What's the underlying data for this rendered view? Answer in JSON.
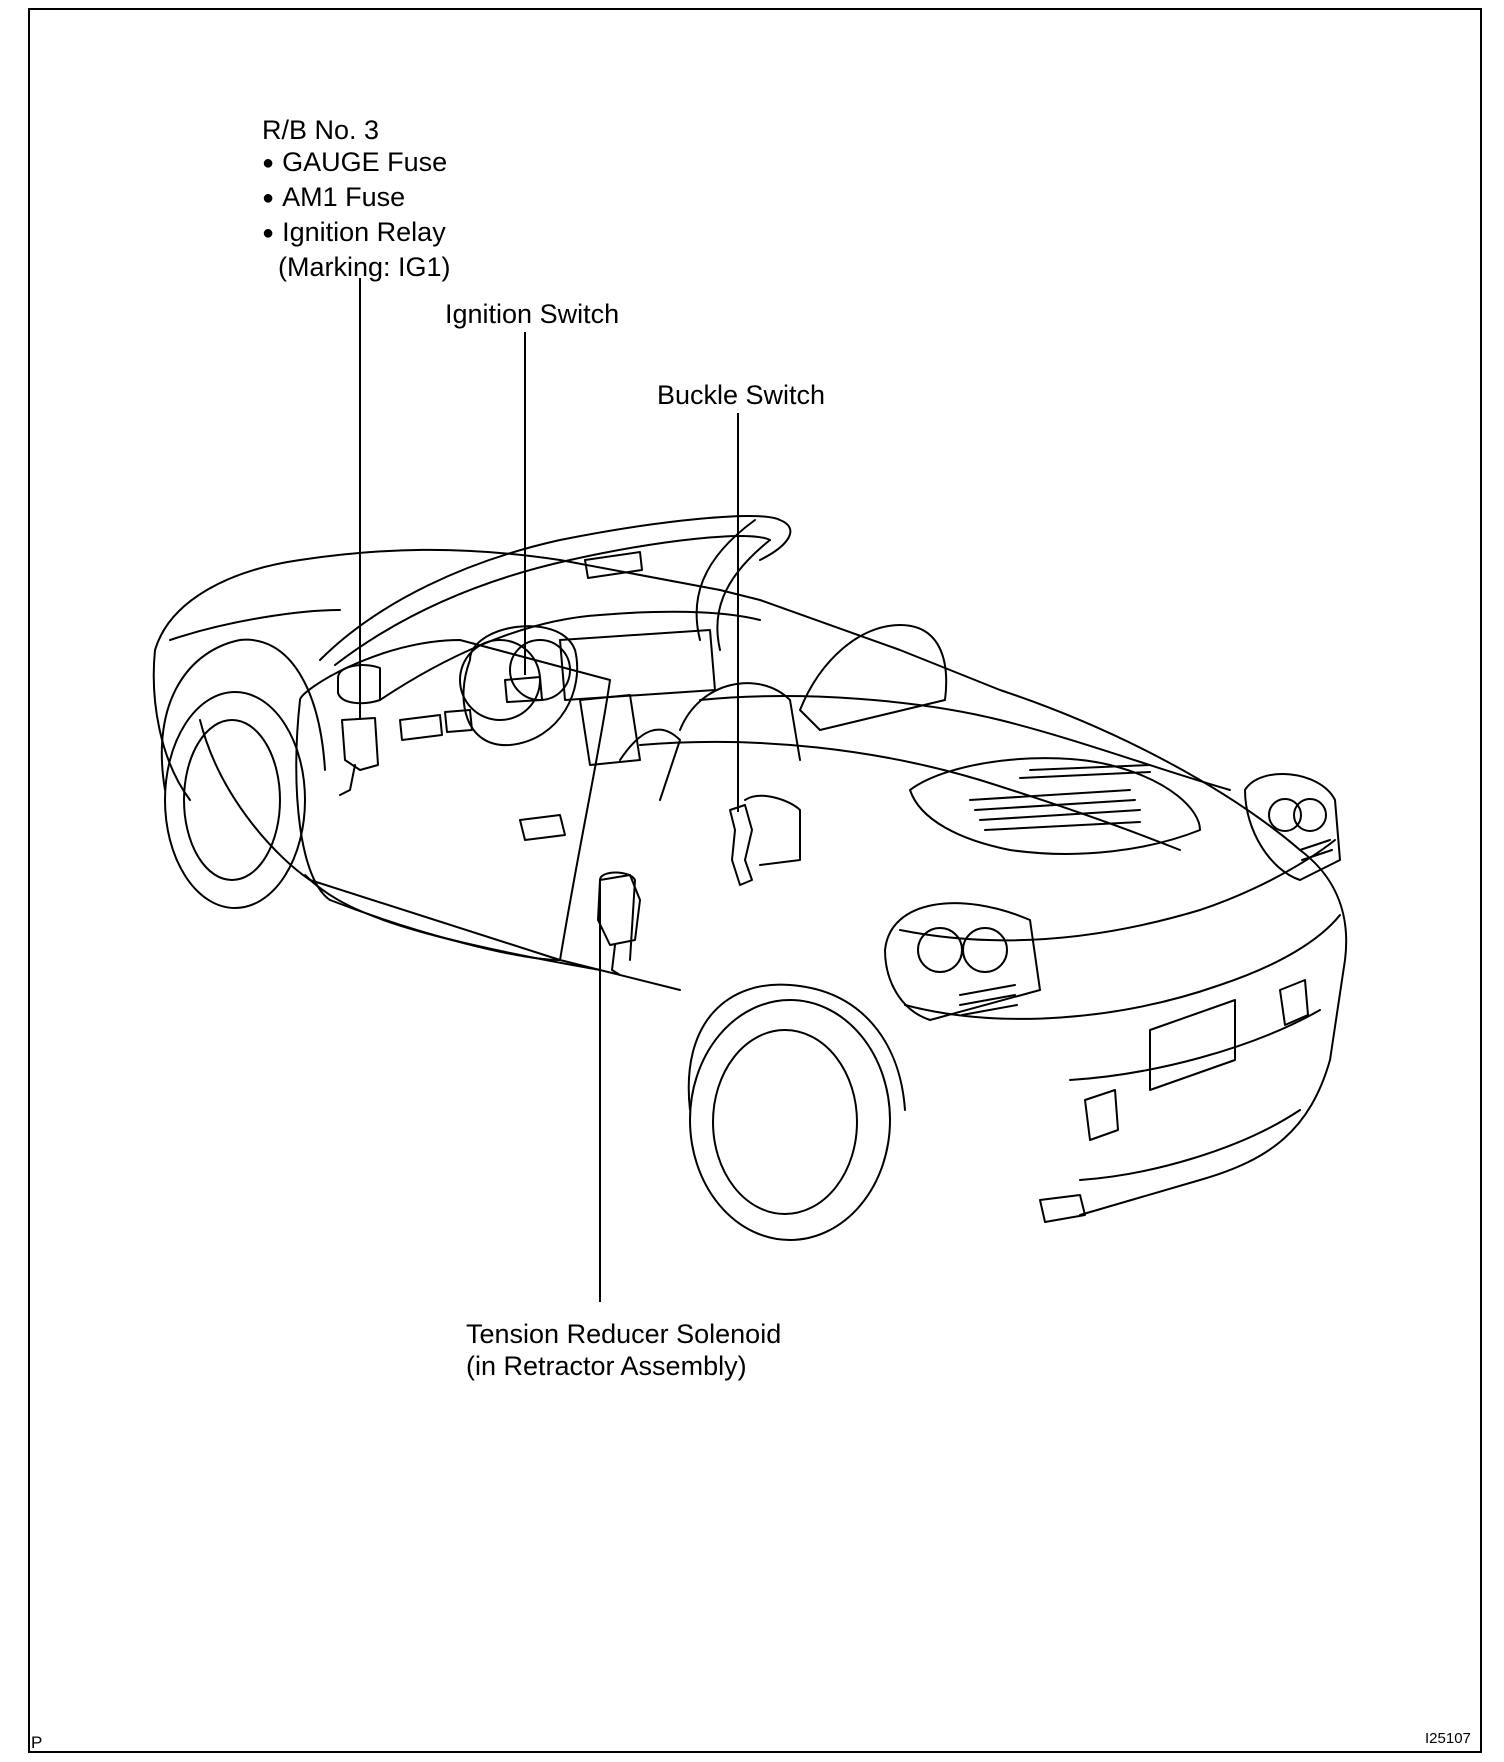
{
  "labels": {
    "rb_title": "R/B No. 3",
    "rb_items": [
      "GAUGE Fuse",
      "AM1 Fuse",
      "Ignition Relay"
    ],
    "rb_note": "(Marking: IG1)",
    "ignition_switch": "Ignition Switch",
    "buckle_switch": "Buckle Switch",
    "solenoid_line1": "Tension Reducer Solenoid",
    "solenoid_line2": "(in Retractor Assembly)"
  },
  "corner": {
    "left": "P",
    "right": "I25107"
  },
  "colors": {
    "line": "#000000",
    "paper": "#ffffff"
  }
}
